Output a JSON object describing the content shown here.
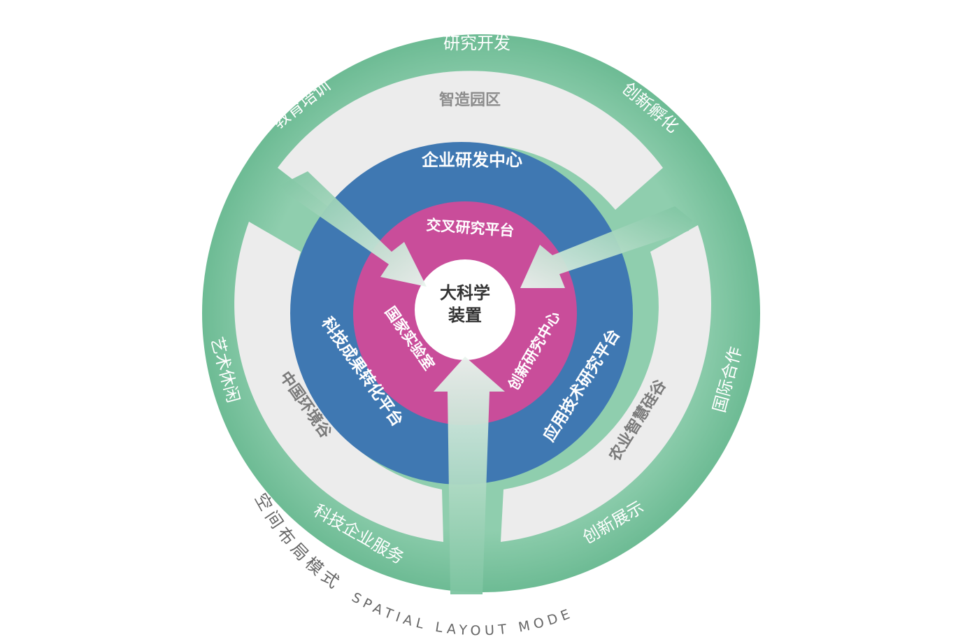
{
  "center": {
    "line1": "大科学",
    "line2": "装置"
  },
  "ring_pink": {
    "top": "交叉研究平台",
    "left": "国家实验室",
    "right": "创新研究中心"
  },
  "ring_blue": {
    "top": "企业研发中心",
    "left": "科技成果转化平台",
    "right": "应用技术研究平台"
  },
  "ring_gray": {
    "top": "智造园区",
    "left": "中国环境谷",
    "right": "农业智慧硅谷"
  },
  "ring_green": {
    "top": "研究开发",
    "top_left": "教育培训",
    "top_right": "创新孵化",
    "left": "艺术休闲",
    "right": "国际合作",
    "bottom_left": "科技企业服务",
    "bottom_right": "创新展示"
  },
  "footer": {
    "chinese": "空间布局模式",
    "english": "SPATIAL LAYOUT MODE"
  },
  "colors": {
    "green": "#79c39d",
    "gray": "#ececec",
    "blue": "#3f78b2",
    "pink": "#c94d9a",
    "center": "#ffffff"
  }
}
